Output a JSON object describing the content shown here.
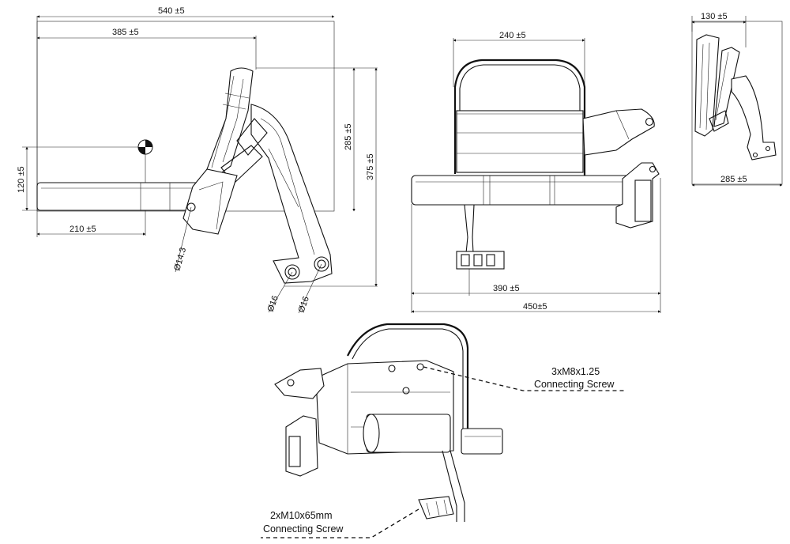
{
  "dimensions": {
    "side_overall_width": "540 ±5",
    "side_pivot_width": "385 ±5",
    "side_height_285": "285 ±5",
    "side_height_375": "375 ±5",
    "side_seat_height": "120 ±5",
    "side_seat_depth": "210 ±5",
    "hole_small": "Ø14.3",
    "hole_a": "Ø16",
    "hole_b": "Ø16",
    "front_back_width": "240 ±5",
    "front_mount_width": "390 ±5",
    "front_overall_width": "450±5",
    "folded_depth_top": "130 ±5",
    "folded_depth_bottom": "285 ±5"
  },
  "notes": {
    "screw_m8_line1": "3xM8x1.25",
    "screw_m8_line2": "Connecting Screw",
    "screw_m10_line1": "2xM10x65mm",
    "screw_m10_line2": "Connecting Screw"
  }
}
